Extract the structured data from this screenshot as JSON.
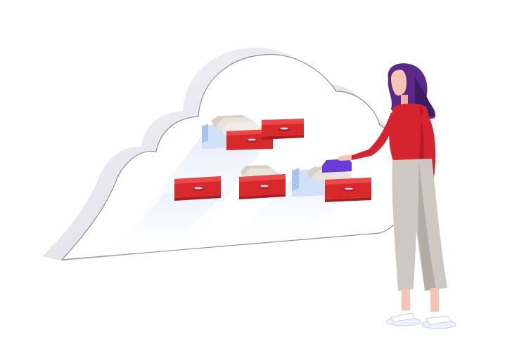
{
  "colors": {
    "drawer_red": "#d7282c",
    "drawer_red_dark": "#a81d22",
    "drawer_red_light": "#e9494a",
    "folder_beige": "#e8e2da",
    "folder_beige_dark": "#cfc6bb",
    "tray_blue": "#cfe0f7",
    "tray_blue_dark": "#a9c3ea",
    "cloud_grey": "#e5e3ea",
    "cloud_outline": "#8e8c98",
    "light_beam": "#e4ecfa",
    "shirt_red": "#d62330",
    "shirt_red_dark": "#b11a24",
    "pants_beige": "#cdc8c2",
    "pants_beige_dark": "#b3aca5",
    "hair_purple": "#5b2a86",
    "hair_purple_dark": "#3f1c61",
    "skin": "#f6c4b3",
    "shoe_white": "#eef1fb",
    "selected_file_purple": "#6a3bd9"
  },
  "illustration": {
    "subject": "woman-filing-into-cloud-drawers",
    "drawers": [
      {
        "id": "top-left",
        "open": true,
        "has_files": true
      },
      {
        "id": "top-right",
        "open": false,
        "has_files": false
      },
      {
        "id": "bottom-left",
        "open": false,
        "has_files": false
      },
      {
        "id": "bottom-middle",
        "open": false,
        "has_files": true
      },
      {
        "id": "bottom-right",
        "open": true,
        "has_files": true
      }
    ]
  }
}
